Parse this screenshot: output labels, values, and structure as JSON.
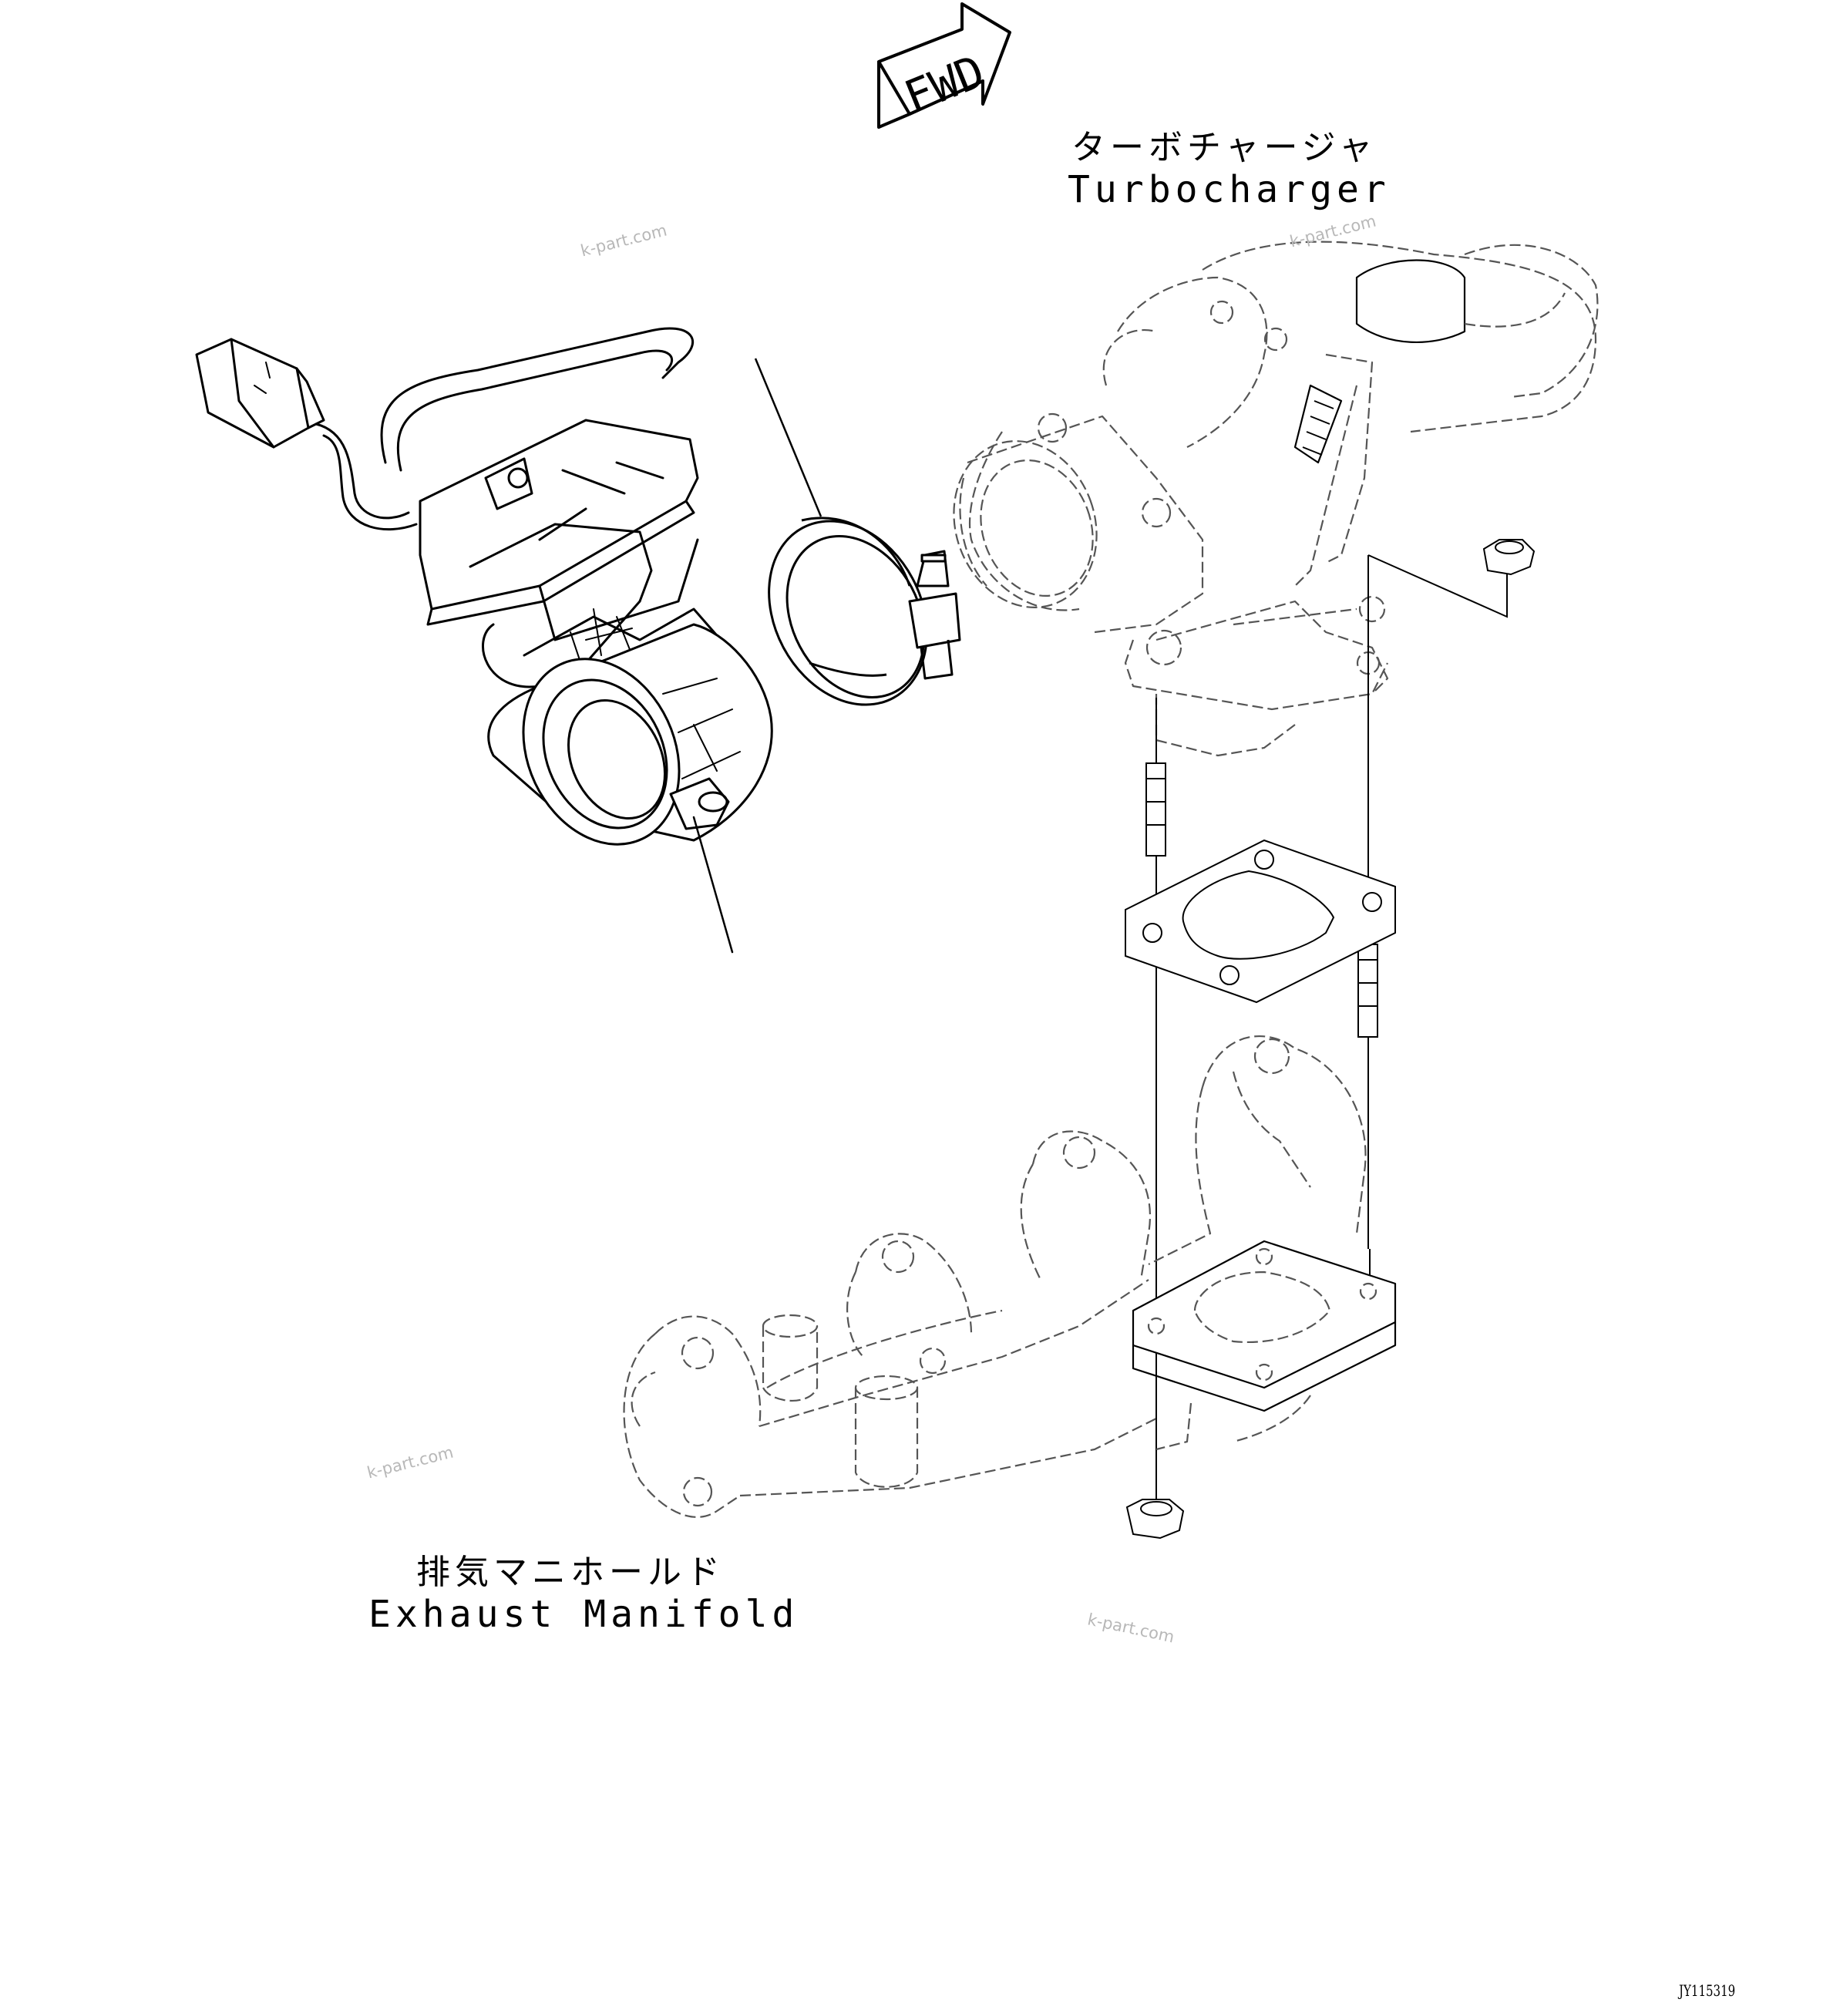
{
  "fwd_arrow": {
    "text": "FWD"
  },
  "labels": {
    "turbocharger_jp": "ターボチャージャ",
    "turbocharger_en": "Turbocharger",
    "exhaust_manifold_jp": "排気マニホールド",
    "exhaust_manifold_en": "Exhaust Manifold"
  },
  "watermarks": [
    "k-part.com",
    "k-part.com",
    "k-part.com",
    "k-part.com"
  ],
  "drawing_code": "JY115319"
}
